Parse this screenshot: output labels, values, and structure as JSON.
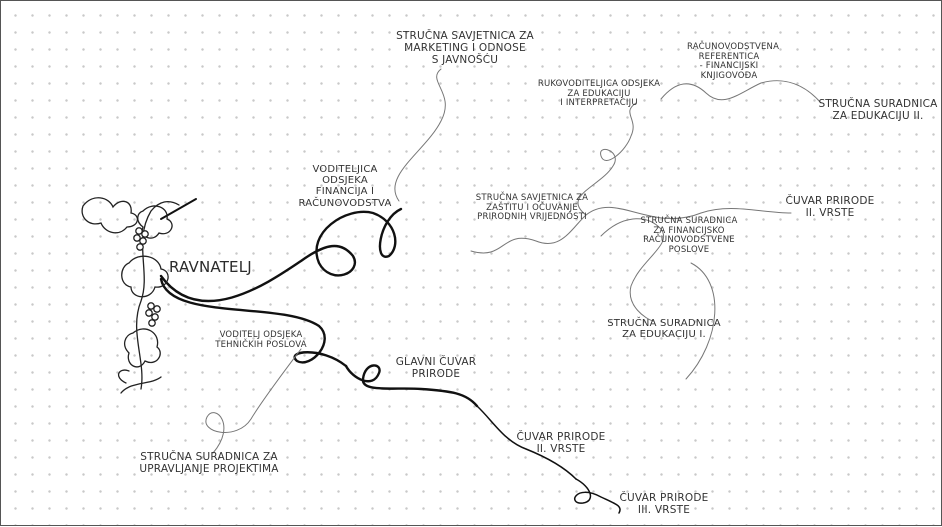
{
  "diagram": {
    "title": "",
    "root": {
      "label": "RAVNATELJ"
    },
    "nodes": [
      {
        "id": "marketing",
        "label": "STRUČNA SAVJETNICA ZA\nMARKETING I ODNOSE\nS JAVNOŠĆU"
      },
      {
        "id": "racunovodstvena-referentica",
        "label": "RAČUNOVODSTVENA\nREFERENTICA\n- FINANCIJSKI\nKNJIGOVOĐA"
      },
      {
        "id": "rukovoditeljica-edukacija",
        "label": "RUKOVODITELJICA ODSJEKA\nZA EDUKACIJU\nI INTERPRETACIJU"
      },
      {
        "id": "suradnica-edukacija-2",
        "label": "STRUČNA SURADNICA\nZA EDUKACIJU II."
      },
      {
        "id": "voditeljica-financija",
        "label": "VODITELJICA ODSJEKA\nFINANCIJA I\nRAČUNOVODSTVA"
      },
      {
        "id": "savjetnica-zastita",
        "label": "STRUČNA SAVJETNICA ZA\nZAŠTITU I OČUVANJE\nPRIRODNIH VRIJEDNOSTI"
      },
      {
        "id": "suradnica-financijsko",
        "label": "STRUČNA SURADNICA\nZA FINANCIJSKO\nRAČUNOVODSTVENE\nPOSLOVE"
      },
      {
        "id": "cuvar-2-right",
        "label": "ČUVAR PRIRODE\nII. VRSTE"
      },
      {
        "id": "suradnica-edukacija-1",
        "label": "STRUČNA SURADNICA\nZA EDUKACIJU I."
      },
      {
        "id": "voditelj-tehnickih",
        "label": "VODITELJ ODSJEKA\nTEHNIČKIH POSLOVA"
      },
      {
        "id": "glavni-cuvar",
        "label": "GLAVNI ČUVAR\nPRIRODE"
      },
      {
        "id": "cuvar-2-bottom",
        "label": "ČUVAR PRIRODE\nII. VRSTE"
      },
      {
        "id": "cuvar-3",
        "label": "ČUVAR PRIRODE\nIII. VRSTE"
      },
      {
        "id": "suradnica-projekti",
        "label": "STRUČNA SURADNICA ZA\nUPRAVLJANJE PROJEKTIMA"
      }
    ],
    "edges": [
      {
        "from": "root",
        "to": "voditeljica-financija"
      },
      {
        "from": "voditeljica-financija",
        "to": "marketing"
      },
      {
        "from": "voditeljica-financija",
        "to": "savjetnica-zastita"
      },
      {
        "from": "savjetnica-zastita",
        "to": "rukovoditeljica-edukacija"
      },
      {
        "from": "rukovoditeljica-edukacija",
        "to": "racunovodstvena-referentica"
      },
      {
        "from": "racunovodstvena-referentica",
        "to": "suradnica-edukacija-2"
      },
      {
        "from": "savjetnica-zastita",
        "to": "cuvar-2-right"
      },
      {
        "from": "savjetnica-zastita",
        "to": "suradnica-financijsko"
      },
      {
        "from": "suradnica-financijsko",
        "to": "suradnica-edukacija-1"
      },
      {
        "from": "root",
        "to": "voditelj-tehnickih"
      },
      {
        "from": "voditelj-tehnickih",
        "to": "glavni-cuvar"
      },
      {
        "from": "glavni-cuvar",
        "to": "cuvar-2-bottom"
      },
      {
        "from": "cuvar-2-bottom",
        "to": "cuvar-3"
      },
      {
        "from": "voditelj-tehnickih",
        "to": "suradnica-projekti"
      }
    ],
    "colors": {
      "line_dark": "#111111",
      "line_light": "#777777",
      "text": "#333333",
      "grid_dot": "#c9c9c9"
    },
    "decoration": "grapevine-illustration"
  }
}
